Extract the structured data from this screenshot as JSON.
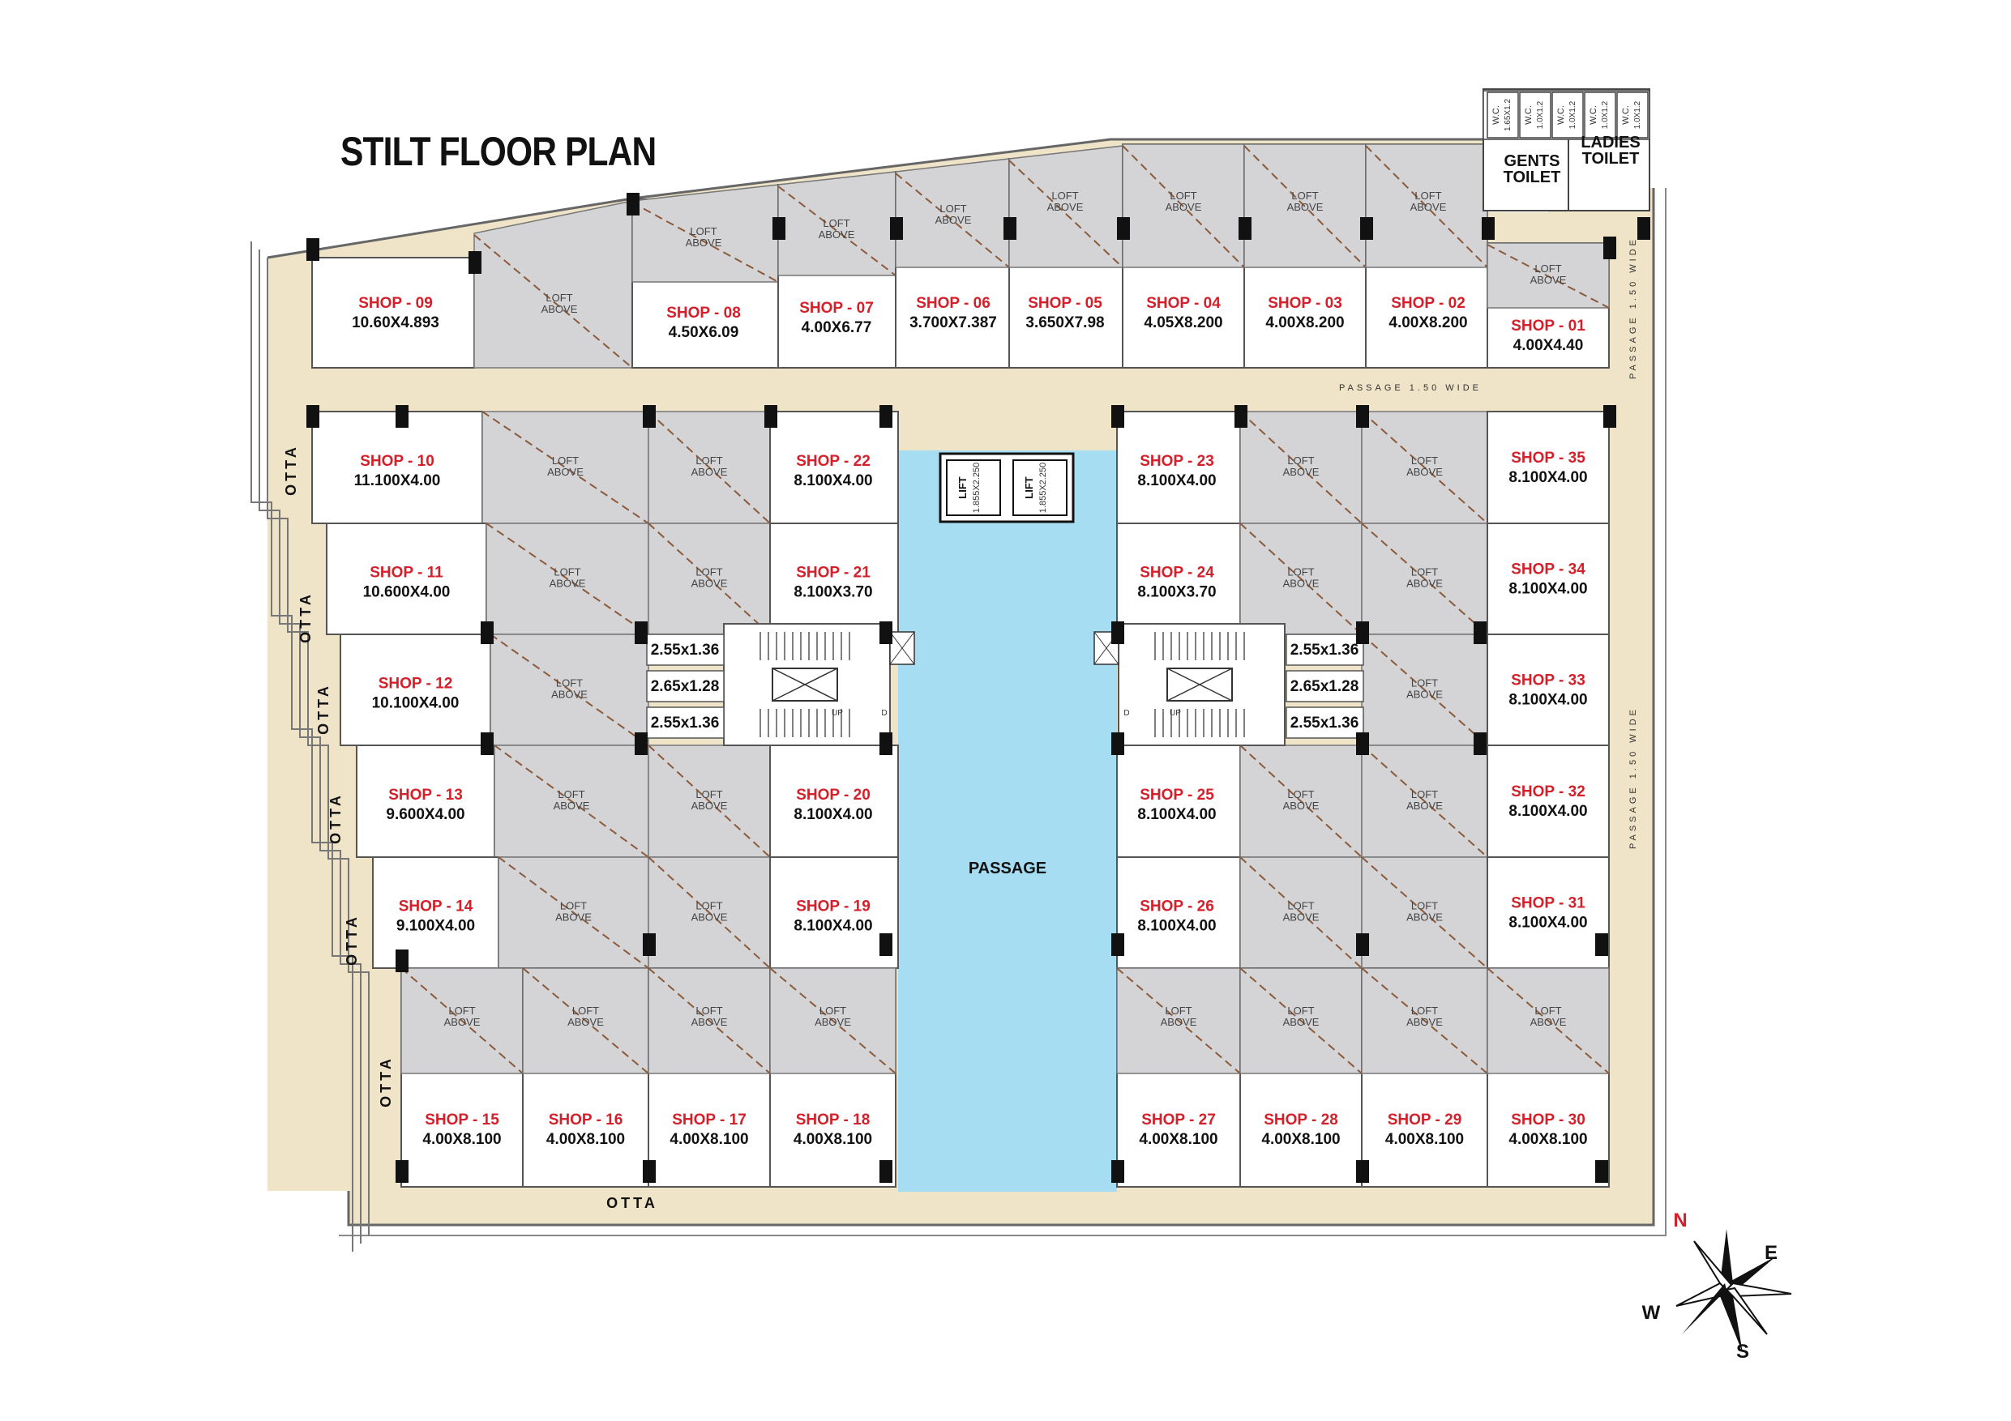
{
  "title": "STILT FLOOR PLAN",
  "loft_line1": "LOFT",
  "loft_line2": "ABOVE",
  "shops": [
    {
      "name": "SHOP - 01",
      "dim": "4.00X4.40"
    },
    {
      "name": "SHOP - 02",
      "dim": "4.00X8.200"
    },
    {
      "name": "SHOP - 03",
      "dim": "4.00X8.200"
    },
    {
      "name": "SHOP - 04",
      "dim": "4.05X8.200"
    },
    {
      "name": "SHOP - 05",
      "dim": "3.650X7.98"
    },
    {
      "name": "SHOP - 06",
      "dim": "3.700X7.387"
    },
    {
      "name": "SHOP - 07",
      "dim": "4.00X6.77"
    },
    {
      "name": "SHOP - 08",
      "dim": "4.50X6.09"
    },
    {
      "name": "SHOP - 09",
      "dim": "10.60X4.893"
    },
    {
      "name": "SHOP - 10",
      "dim": "11.100X4.00"
    },
    {
      "name": "SHOP - 11",
      "dim": "10.600X4.00"
    },
    {
      "name": "SHOP - 12",
      "dim": "10.100X4.00"
    },
    {
      "name": "SHOP - 13",
      "dim": "9.600X4.00"
    },
    {
      "name": "SHOP - 14",
      "dim": "9.100X4.00"
    },
    {
      "name": "SHOP - 15",
      "dim": "4.00X8.100"
    },
    {
      "name": "SHOP - 16",
      "dim": "4.00X8.100"
    },
    {
      "name": "SHOP - 17",
      "dim": "4.00X8.100"
    },
    {
      "name": "SHOP - 18",
      "dim": "4.00X8.100"
    },
    {
      "name": "SHOP - 19",
      "dim": "8.100X4.00"
    },
    {
      "name": "SHOP - 20",
      "dim": "8.100X4.00"
    },
    {
      "name": "SHOP - 21",
      "dim": "8.100X3.70"
    },
    {
      "name": "SHOP - 22",
      "dim": "8.100X4.00"
    },
    {
      "name": "SHOP - 23",
      "dim": "8.100X4.00"
    },
    {
      "name": "SHOP - 24",
      "dim": "8.100X3.70"
    },
    {
      "name": "SHOP - 25",
      "dim": "8.100X4.00"
    },
    {
      "name": "SHOP - 26",
      "dim": "8.100X4.00"
    },
    {
      "name": "SHOP - 27",
      "dim": "4.00X8.100"
    },
    {
      "name": "SHOP - 28",
      "dim": "4.00X8.100"
    },
    {
      "name": "SHOP - 29",
      "dim": "4.00X8.100"
    },
    {
      "name": "SHOP - 30",
      "dim": "4.00X8.100"
    },
    {
      "name": "SHOP - 31",
      "dim": "8.100X4.00"
    },
    {
      "name": "SHOP - 32",
      "dim": "8.100X4.00"
    },
    {
      "name": "SHOP - 33",
      "dim": "8.100X4.00"
    },
    {
      "name": "SHOP - 34",
      "dim": "8.100X4.00"
    },
    {
      "name": "SHOP - 35",
      "dim": "8.100X4.00"
    }
  ],
  "labels": {
    "passage": "PASSAGE",
    "passage_wide": "PASSAGE 1.50 WIDE",
    "otta": "OTTA",
    "lift": "LIFT",
    "lift_dim": "1.855X2.250",
    "gents_1": "GENTS",
    "gents_2": "TOILET",
    "ladies_1": "LADIES",
    "ladies_2": "TOILET",
    "wc": "W.C.",
    "wc_dims": [
      "1.65X1.2",
      "1.0X1.2",
      "1.0X1.2",
      "1.0X1.2",
      "1.0X1.2"
    ],
    "up": "UP",
    "d": "D",
    "stair_dims": [
      "2.55x1.36",
      "2.65x1.28",
      "2.55x1.36"
    ]
  },
  "compass": {
    "n": "N",
    "e": "E",
    "s": "S",
    "w": "W",
    "north_color": "#d4202a"
  },
  "colors": {
    "passage": "#a6ddf3",
    "corridor": "#efe3c8",
    "loft": "#d4d4d6",
    "shop_name": "#d4202a",
    "hatch": "#8a5a3a"
  }
}
